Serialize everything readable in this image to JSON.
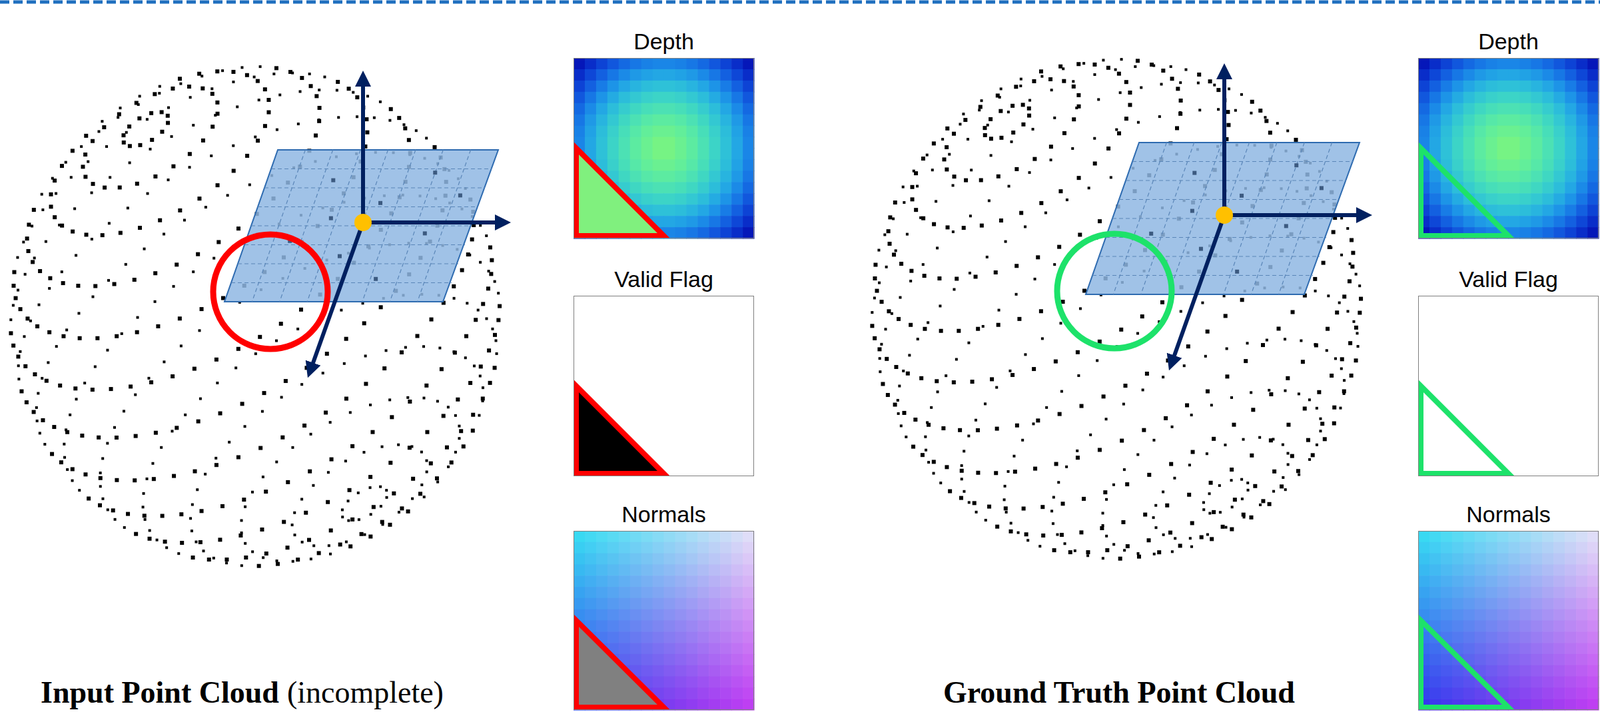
{
  "diagram": {
    "nodes": [
      {
        "text": [
          "Depth"
        ]
      },
      {
        "text": [
          "Valid Flag"
        ]
      },
      {
        "text": [
          "Normals"
        ]
      },
      {
        "text": [
          "Depth"
        ]
      },
      {
        "text": [
          "Valid Flag"
        ]
      },
      {
        "text": [
          "Normals"
        ]
      }
    ],
    "labels": [
      "Input Point Cloud",
      "(incomplete)",
      "Ground Truth Point Cloud"
    ]
  }
}
